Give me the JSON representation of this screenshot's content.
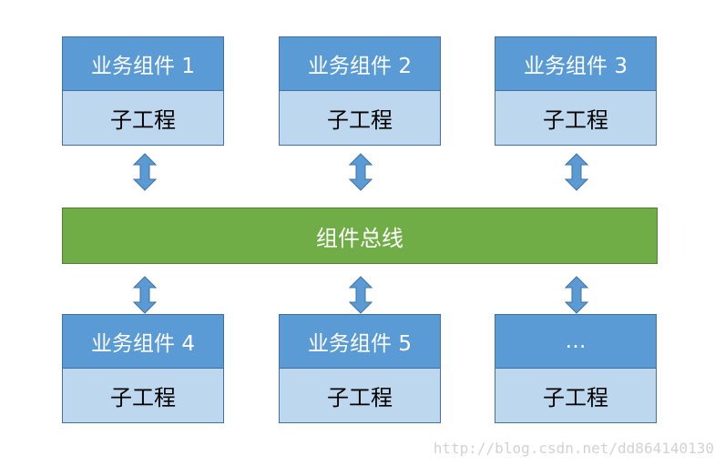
{
  "components": [
    {
      "title": "业务组件 1",
      "sub": "子工程"
    },
    {
      "title": "业务组件 2",
      "sub": "子工程"
    },
    {
      "title": "业务组件 3",
      "sub": "子工程"
    },
    {
      "title": "业务组件 4",
      "sub": "子工程"
    },
    {
      "title": "业务组件 5",
      "sub": "子工程"
    },
    {
      "title": "…",
      "sub": "子工程"
    }
  ],
  "bus": {
    "label": "组件总线"
  },
  "watermark": "http://blog.csdn.net/dd864140130",
  "colors": {
    "component_header": "#5b9bd5",
    "component_body": "#bdd7ee",
    "bus": "#70ad47",
    "arrow": "#5b9bd5"
  }
}
